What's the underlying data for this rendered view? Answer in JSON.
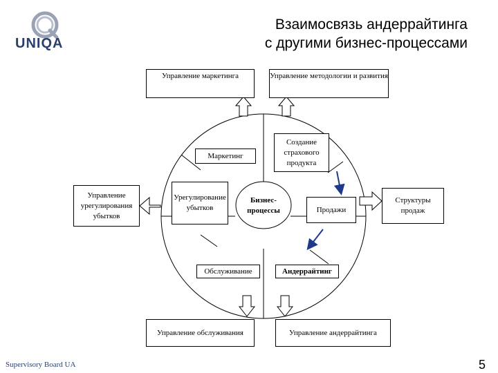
{
  "header": {
    "title_line1": "Взаимосвязь андеррайтинга",
    "title_line2": "с другими бизнес-процессами",
    "logo_text": "UNIQA"
  },
  "outer_boxes": {
    "marketing_mgmt": "Управление маркетинга",
    "methodology_mgmt": "Управление методологии и развития",
    "claims_mgmt": "Управление урегулирования убытков",
    "sales_structures": "Структуры продаж",
    "service_mgmt": "Управление обслуживания",
    "underwriting_mgmt": "Управление андеррайтинга"
  },
  "circle_items": {
    "marketing": "Маркетинг",
    "product_creation": "Создание страхового продукта",
    "claims_settlement": "Урегулирование убытков",
    "center": "Бизнес-процессы",
    "sales": "Продажи",
    "service": "Обслуживание",
    "underwriting": "Андеррайтинг"
  },
  "footer": {
    "left": "Supervisory Board UA",
    "page": "5"
  },
  "colors": {
    "logo_blue": "#2a3f6e",
    "arrow_blue": "#1f3a8a"
  }
}
